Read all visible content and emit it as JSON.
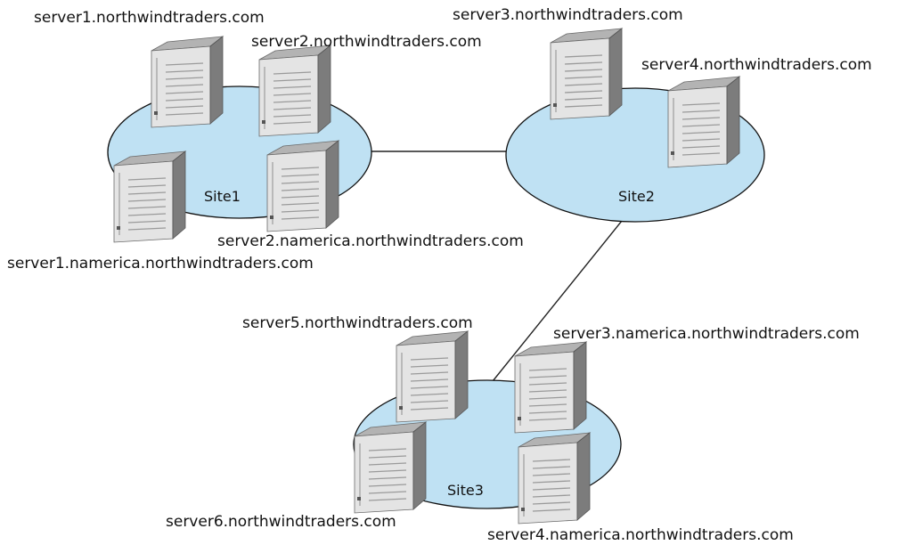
{
  "colors": {
    "site_fill": "#bfe1f3",
    "site_stroke": "#111111",
    "link": "#222222",
    "server_front": "#e4e4e4",
    "server_side": "#7c7c7c",
    "server_top": "#b3b3b3"
  },
  "sites": [
    {
      "id": "site1",
      "label": "Site1",
      "servers": [
        {
          "id": "s1-top-left",
          "name": "server1.northwindtraders.com"
        },
        {
          "id": "s1-top-right",
          "name": "server2.northwindtraders.com"
        },
        {
          "id": "s1-bottom-left",
          "name": "server1.namerica.northwindtraders.com"
        },
        {
          "id": "s1-bottom-right",
          "name": "server2.namerica.northwindtraders.com"
        }
      ]
    },
    {
      "id": "site2",
      "label": "Site2",
      "servers": [
        {
          "id": "s2-left",
          "name": "server3.northwindtraders.com"
        },
        {
          "id": "s2-right",
          "name": "server4.northwindtraders.com"
        }
      ]
    },
    {
      "id": "site3",
      "label": "Site3",
      "servers": [
        {
          "id": "s3-top-left",
          "name": "server5.northwindtraders.com"
        },
        {
          "id": "s3-top-right",
          "name": "server3.namerica.northwindtraders.com"
        },
        {
          "id": "s3-bottom-left",
          "name": "server6.northwindtraders.com"
        },
        {
          "id": "s3-bottom-right",
          "name": "server4.namerica.northwindtraders.com"
        }
      ]
    }
  ],
  "links": [
    {
      "from": "site1",
      "to": "site2"
    },
    {
      "from": "site2",
      "to": "site3"
    }
  ]
}
